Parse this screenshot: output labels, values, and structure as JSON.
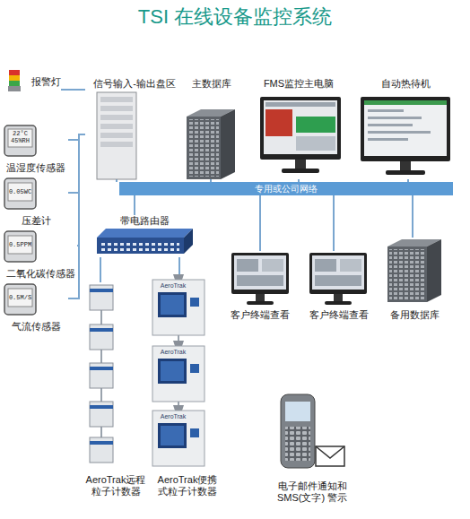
{
  "diagram": {
    "title": "TSI 在线设备监控系统",
    "nodes": [
      {
        "text": [
          "报警灯"
        ]
      },
      {
        "text": [
          "信号输入-输出盘区"
        ]
      },
      {
        "text": [
          "主数据库"
        ]
      },
      {
        "text": [
          "FMS监控主电脑"
        ]
      },
      {
        "text": [
          "自动热待机"
        ]
      },
      {
        "text": [
          "专用或公司网络"
        ]
      },
      {
        "text": [
          "温湿度传感器"
        ]
      },
      {
        "text": [
          "压差计"
        ]
      },
      {
        "text": [
          "二氧化碳传感器"
        ]
      },
      {
        "text": [
          "气流传感器"
        ]
      },
      {
        "text": [
          "带电路由器"
        ]
      },
      {
        "text": [
          "客户终端查看"
        ]
      },
      {
        "text": [
          "客户终端查看"
        ]
      },
      {
        "text": [
          "备用数据库"
        ]
      },
      {
        "text": [
          "AeroTrak远程 粒子计数器"
        ]
      },
      {
        "text": [
          "AeroTrak便携 式粒子计数器"
        ]
      },
      {
        "text": [
          "电子邮件通知和 SMS(文字) 警示"
        ]
      }
    ],
    "edges": [
      {
        "from": 0,
        "to": 1,
        "arrow": "none"
      },
      {
        "from": 1,
        "to": 5,
        "arrow": "none"
      },
      {
        "from": 2,
        "to": 5,
        "arrow": "none"
      },
      {
        "from": 3,
        "to": 5,
        "arrow": "none"
      },
      {
        "from": 4,
        "to": 5,
        "arrow": "none"
      },
      {
        "from": 5,
        "to": 10,
        "arrow": "none"
      },
      {
        "from": 5,
        "to": 11,
        "arrow": "none"
      },
      {
        "from": 5,
        "to": 12,
        "arrow": "none"
      },
      {
        "from": 5,
        "to": 13,
        "arrow": "none"
      },
      {
        "from": 6,
        "to": 1,
        "arrow": "none"
      },
      {
        "from": 7,
        "to": 1,
        "arrow": "none"
      },
      {
        "from": 8,
        "to": 1,
        "arrow": "none"
      },
      {
        "from": 9,
        "to": 1,
        "arrow": "none"
      },
      {
        "from": 10,
        "to": 14,
        "arrow": "none"
      },
      {
        "from": 10,
        "to": 15,
        "arrow": "none"
      }
    ],
    "labels": [
      "22°C",
      "45%RH",
      "0.05WC",
      "0.5PPM",
      "0.5M/S",
      "AeroTrak",
      "AeroTrak",
      "AeroTrak"
    ]
  }
}
